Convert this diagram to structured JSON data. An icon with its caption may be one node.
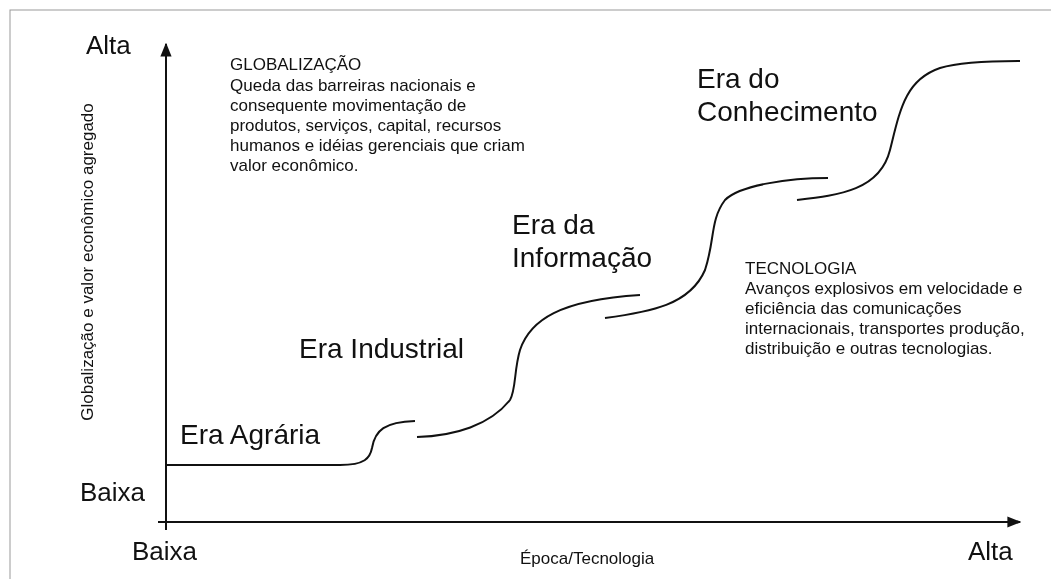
{
  "diagram": {
    "labels": [
      "Alta",
      "GLOBALIZAÇÃO",
      "Queda das barreiras nacionais e consequente movimentação de produtos, serviços, capital, recursos humanos e idéias gerenciais que criam valor econômico.",
      "Era do Conhecimento",
      "Globalização e valor econômico agregado",
      "Era da Informação",
      "TECNOLOGIA",
      "Avanços explosivos em velocidade e eficiência das comunicações internacionais, transportes produção, distribuição e outras tecnologias.",
      "Era Industrial",
      "Era Agrária",
      "Baixa",
      "Baixa",
      "Época/Tecnologia",
      "Alta"
    ]
  }
}
